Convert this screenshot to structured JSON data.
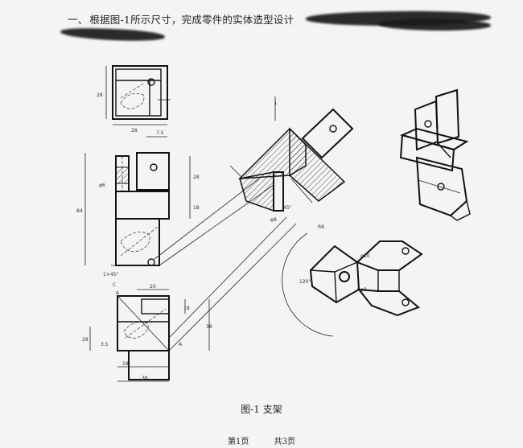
{
  "question": {
    "number": "一、",
    "text": "根据图-1所示尺寸，完成零件的实体造型设计"
  },
  "figure": {
    "caption": "图-1 支架"
  },
  "footer": {
    "page": "第1页",
    "total": "共3页"
  },
  "dimensions": {
    "top_height": "28",
    "top_width": "28",
    "top_offset": "7.5",
    "front_dia": "φ6",
    "front_total": "84",
    "front_upper": "28",
    "front_lower": "18",
    "chamfer": "1×45°",
    "side_top": "28",
    "side_h1": "18",
    "side_h2": "38",
    "side_left": "20",
    "side_b1": "18",
    "side_b2": "38",
    "side_small": "3.5",
    "section_angle": "45°",
    "section_dia": "φ8",
    "aux_angle": "120°",
    "aux_r": "R8",
    "aux_d1": "φ10",
    "aux_d2": "φ8",
    "view_mark": "C",
    "view_a": "A"
  },
  "colors": {
    "ink": "#111111",
    "paper": "#f4f4f2"
  }
}
